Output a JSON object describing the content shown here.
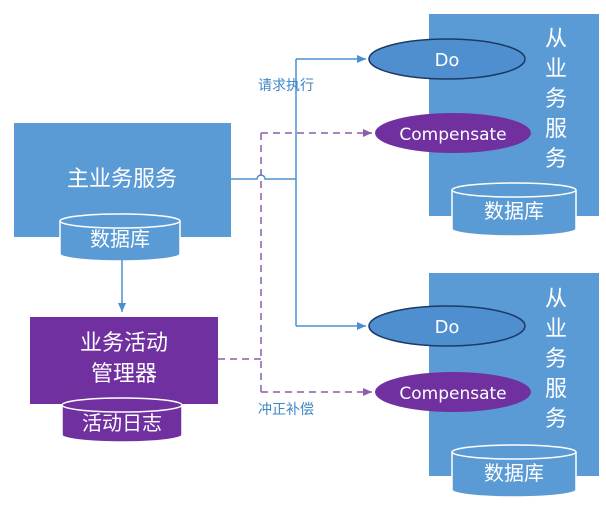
{
  "main_service": {
    "label": "主业务服务",
    "db_label": "数据库"
  },
  "activity_manager": {
    "label_line1": "业务活动",
    "label_line2": "管理器",
    "log_label": "活动日志"
  },
  "slave_services": [
    {
      "vertical_label": [
        "从",
        "业",
        "务",
        "服",
        "务"
      ],
      "do_label": "Do",
      "compensate_label": "Compensate",
      "db_label": "数据库"
    },
    {
      "vertical_label": [
        "从",
        "业",
        "务",
        "服",
        "务"
      ],
      "do_label": "Do",
      "compensate_label": "Compensate",
      "db_label": "数据库"
    }
  ],
  "edge_labels": {
    "request": "请求执行",
    "compensate": "冲正补偿"
  },
  "colors": {
    "service_blue": "#5b9bd5",
    "manager_purple": "#7030a0",
    "compensate_purple": "#7030a0",
    "request_line": "#4a90d0",
    "compensate_line": "#8c5fa8",
    "edge_text": "#3f86c7"
  }
}
